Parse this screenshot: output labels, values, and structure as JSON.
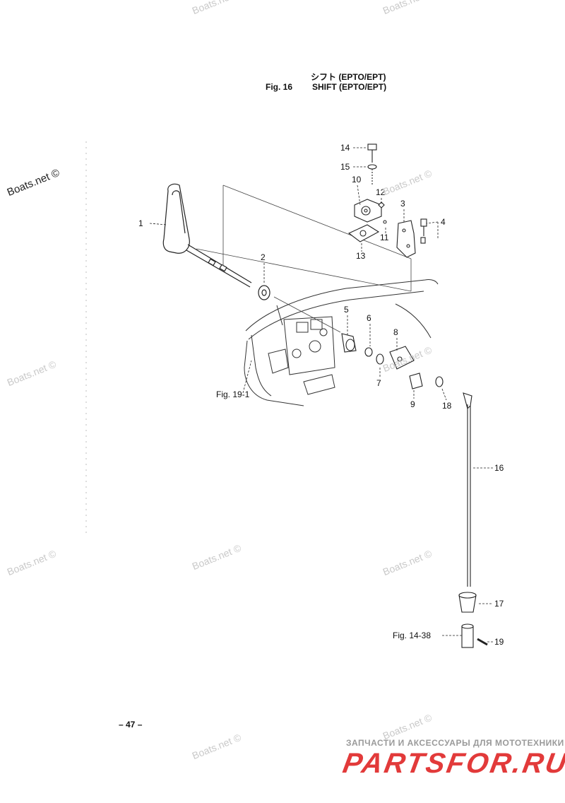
{
  "title": {
    "japanese": "シフト (EPTO/EPT)",
    "figure_label": "Fig. 16",
    "english": "SHIFT (EPTO/EPT)"
  },
  "watermarks": [
    "Boats.net ©",
    "Boats.net ©",
    "Boats.net ©",
    "Boats.net ©",
    "Boats.net ©",
    "Boats.net ©",
    "Boats.net ©",
    "Boats.net ©",
    "Boats.net ©",
    "Boats.net ©",
    "Boats.net ©"
  ],
  "callouts": [
    {
      "id": "1",
      "label": "1"
    },
    {
      "id": "2",
      "label": "2"
    },
    {
      "id": "3",
      "label": "3"
    },
    {
      "id": "4",
      "label": "4"
    },
    {
      "id": "5",
      "label": "5"
    },
    {
      "id": "6",
      "label": "6"
    },
    {
      "id": "7",
      "label": "7"
    },
    {
      "id": "8",
      "label": "8"
    },
    {
      "id": "9",
      "label": "9"
    },
    {
      "id": "10",
      "label": "10"
    },
    {
      "id": "11",
      "label": "11"
    },
    {
      "id": "12",
      "label": "12"
    },
    {
      "id": "13",
      "label": "13"
    },
    {
      "id": "14",
      "label": "14"
    },
    {
      "id": "15",
      "label": "15"
    },
    {
      "id": "16",
      "label": "16"
    },
    {
      "id": "17",
      "label": "17"
    },
    {
      "id": "18",
      "label": "18"
    },
    {
      "id": "19",
      "label": "19"
    }
  ],
  "references": [
    {
      "id": "fig-19-1",
      "label": "Fig. 19-1"
    },
    {
      "id": "fig-14-38",
      "label": "Fig. 14-38"
    }
  ],
  "page_number": "– 47 –",
  "shop": {
    "caption": "ЗАПЧАСТИ И АКСЕССУАРЫ ДЛЯ МОТОТЕХНИКИ",
    "logo": "PARTSFOR.RU"
  }
}
